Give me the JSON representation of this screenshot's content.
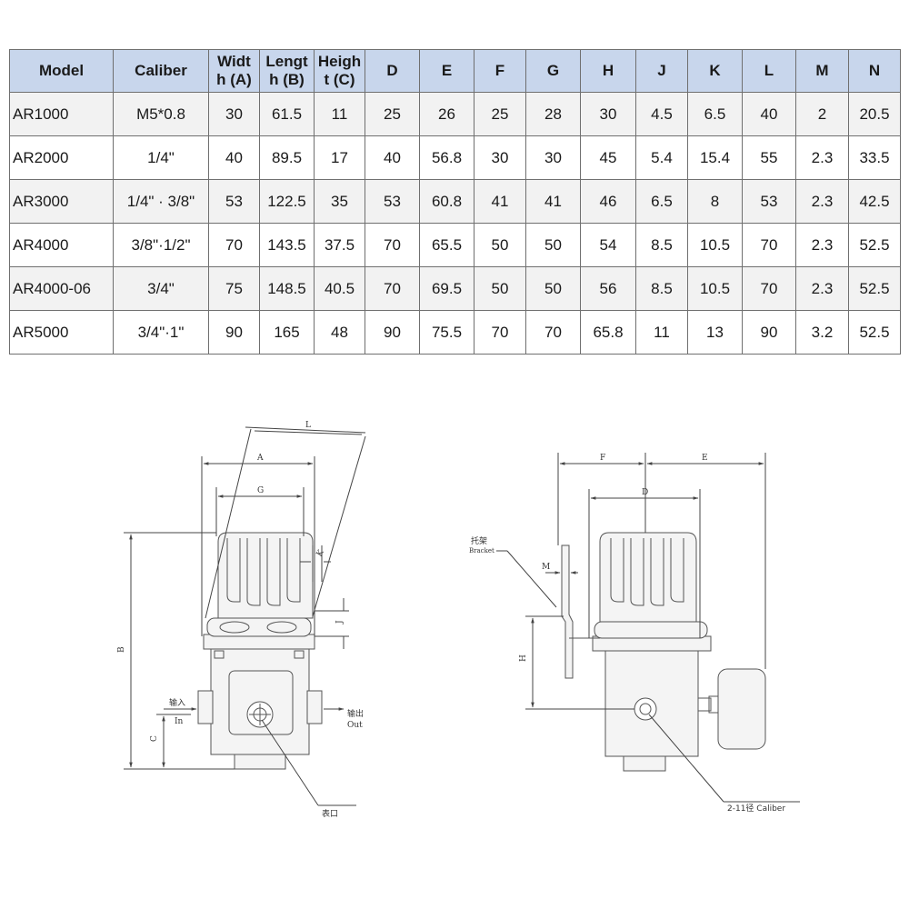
{
  "table": {
    "headers": [
      "Model",
      "Caliber",
      "Width (A)",
      "Length (B)",
      "Height (C)",
      "D",
      "E",
      "F",
      "G",
      "H",
      "J",
      "K",
      "L",
      "M",
      "N"
    ],
    "header_lines": [
      [
        "Model"
      ],
      [
        "Caliber"
      ],
      [
        "Widt",
        "h (A)"
      ],
      [
        "Lengt",
        "h (B)"
      ],
      [
        "Heigh",
        "t (C)"
      ],
      [
        "D"
      ],
      [
        "E"
      ],
      [
        "F"
      ],
      [
        "G"
      ],
      [
        "H"
      ],
      [
        "J"
      ],
      [
        "K"
      ],
      [
        "L"
      ],
      [
        "M"
      ],
      [
        "N"
      ]
    ],
    "rows": [
      [
        "AR1000",
        "M5*0.8",
        "30",
        "61.5",
        "11",
        "25",
        "26",
        "25",
        "28",
        "30",
        "4.5",
        "6.5",
        "40",
        "2",
        "20.5"
      ],
      [
        "AR2000",
        "1/4\"",
        "40",
        "89.5",
        "17",
        "40",
        "56.8",
        "30",
        "30",
        "45",
        "5.4",
        "15.4",
        "55",
        "2.3",
        "33.5"
      ],
      [
        "AR3000",
        "1/4\" · 3/8\"",
        "53",
        "122.5",
        "35",
        "53",
        "60.8",
        "41",
        "41",
        "46",
        "6.5",
        "8",
        "53",
        "2.3",
        "42.5"
      ],
      [
        "AR4000",
        "3/8\"·1/2\"",
        "70",
        "143.5",
        "37.5",
        "70",
        "65.5",
        "50",
        "50",
        "54",
        "8.5",
        "10.5",
        "70",
        "2.3",
        "52.5"
      ],
      [
        "AR4000-06",
        "3/4\"",
        "75",
        "148.5",
        "40.5",
        "70",
        "69.5",
        "50",
        "50",
        "56",
        "8.5",
        "10.5",
        "70",
        "2.3",
        "52.5"
      ],
      [
        "AR5000",
        "3/4\"·1\"",
        "90",
        "165",
        "48",
        "90",
        "75.5",
        "70",
        "70",
        "65.8",
        "11",
        "13",
        "90",
        "3.2",
        "52.5"
      ]
    ],
    "colors": {
      "header_bg": "#c8d6ec",
      "row_alt_bg": "#f2f2f2",
      "border": "#6f6f6f"
    }
  },
  "drawing": {
    "front_view": {
      "dim_labels": {
        "L": "L",
        "A": "A",
        "G": "G",
        "K": "K",
        "J": "J",
        "B": "B",
        "C": "C"
      },
      "input_label_cn": "输入",
      "input_label_en": "In",
      "output_label_cn": "输出",
      "output_label_en": "Out",
      "gauge_port_label": "表口"
    },
    "side_view": {
      "dim_labels": {
        "F": "F",
        "E": "E",
        "D": "D",
        "M": "M",
        "H": "H"
      },
      "bracket_label_cn": "托架",
      "bracket_label_en": "Bracket",
      "caliber_label": "2-11径 Caliber"
    }
  }
}
